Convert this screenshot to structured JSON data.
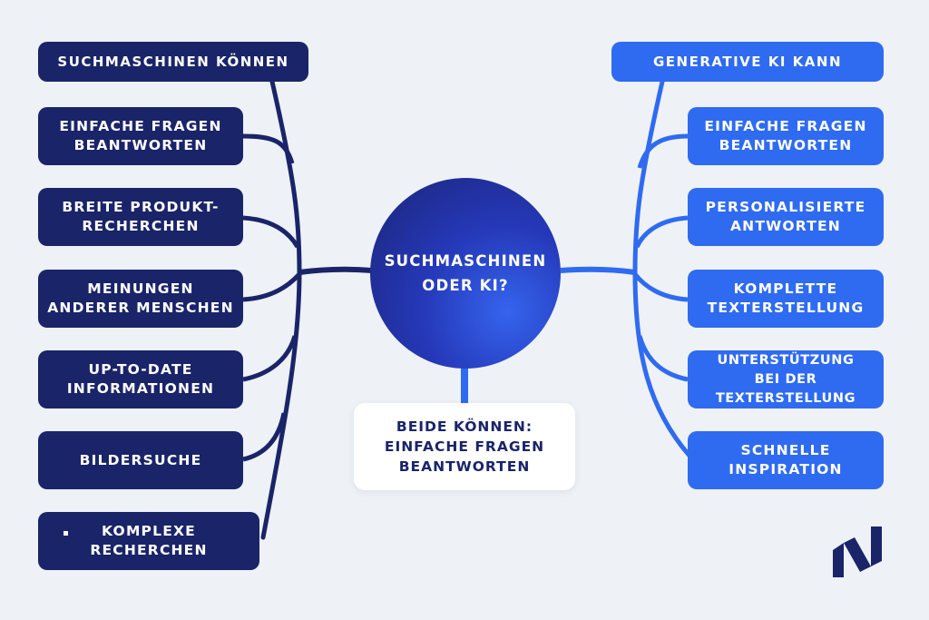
{
  "center": {
    "title": "SUCHMASCHINEN\nODER KI?"
  },
  "left": {
    "header": "SUCHMASCHINEN KÖNNEN",
    "items": [
      {
        "label": "EINFACHE FRAGEN\nBEANTWORTEN"
      },
      {
        "label": "BREITE PRODUKT-\nRECHERCHEN"
      },
      {
        "label": "MEINUNGEN\nANDERER MENSCHEN"
      },
      {
        "label": "UP-TO-DATE\nINFORMATIONEN"
      },
      {
        "label": "BILDERSUCHE"
      },
      {
        "label": "KOMPLEXE\nRECHERCHEN"
      }
    ]
  },
  "right": {
    "header": "GENERATIVE KI KANN",
    "items": [
      {
        "label": "EINFACHE FRAGEN\nBEANTWORTEN"
      },
      {
        "label": "PERSONALISIERTE\nANTWORTEN"
      },
      {
        "label": "KOMPLETTE\nTEXTERSTELLUNG"
      },
      {
        "label": "UNTERSTÜTZUNG\nBEI DER TEXTERSTELLUNG"
      },
      {
        "label": "SCHNELLE\nINSPIRATION"
      }
    ]
  },
  "both": {
    "label": "BEIDE KÖNNEN:\nEINFACHE FRAGEN\nBEANTWORTEN"
  },
  "colors": {
    "left_navy": "#1a2468",
    "right_blue": "#2f6bf0",
    "background": "#eef1f6"
  },
  "logo": {
    "icon": "brand-n-logo-icon"
  }
}
